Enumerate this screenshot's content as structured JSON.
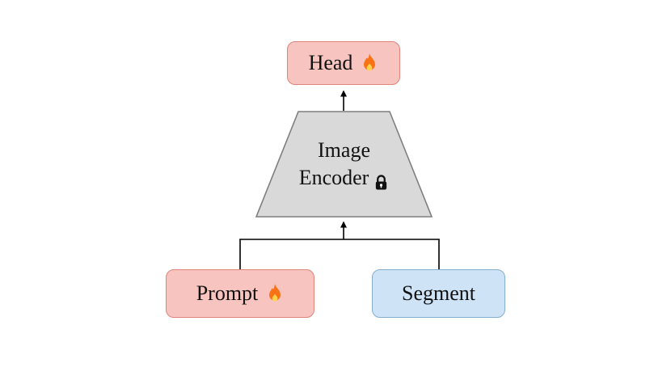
{
  "diagram": {
    "nodes": {
      "head": {
        "label": "Head",
        "icon": "fire-icon",
        "fill": "#f7c4c0",
        "border": "#e0837b"
      },
      "encoder": {
        "line1": "Image",
        "line2": "Encoder",
        "icon": "lock-icon",
        "fill": "#d9d9d9",
        "border": "#7f7f7f"
      },
      "prompt": {
        "label": "Prompt",
        "icon": "fire-icon",
        "fill": "#f7c4c0",
        "border": "#e0837b"
      },
      "segment": {
        "label": "Segment",
        "fill": "#cfe3f6",
        "border": "#84aecd"
      }
    },
    "edges": [
      {
        "from": "encoder",
        "to": "head"
      },
      {
        "from": "prompt",
        "to": "encoder"
      },
      {
        "from": "segment",
        "to": "encoder"
      }
    ],
    "line_color": "#000000"
  }
}
